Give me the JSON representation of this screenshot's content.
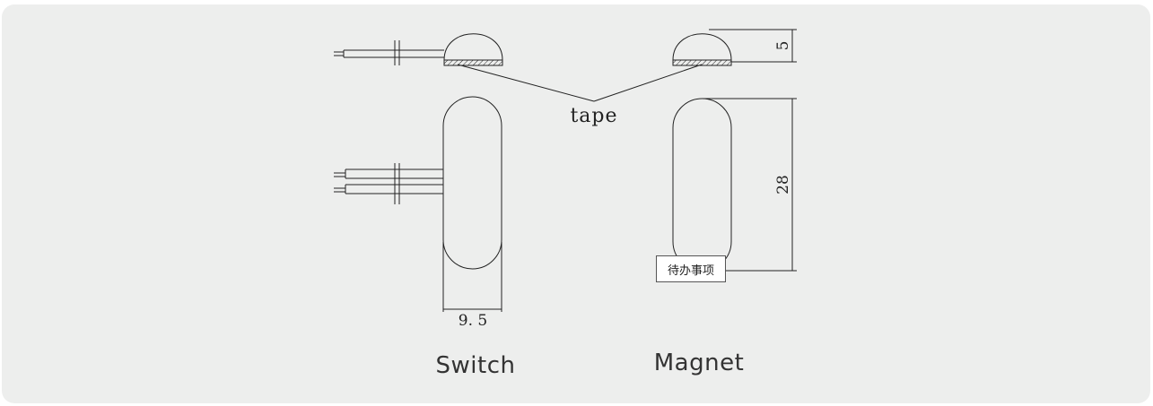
{
  "labels": {
    "tape": "tape",
    "switch": "Switch",
    "magnet": "Magnet",
    "dim_height_top": "5",
    "dim_length": "28",
    "dim_width": "9. 5"
  },
  "tooltip": {
    "text": "待办事项"
  }
}
